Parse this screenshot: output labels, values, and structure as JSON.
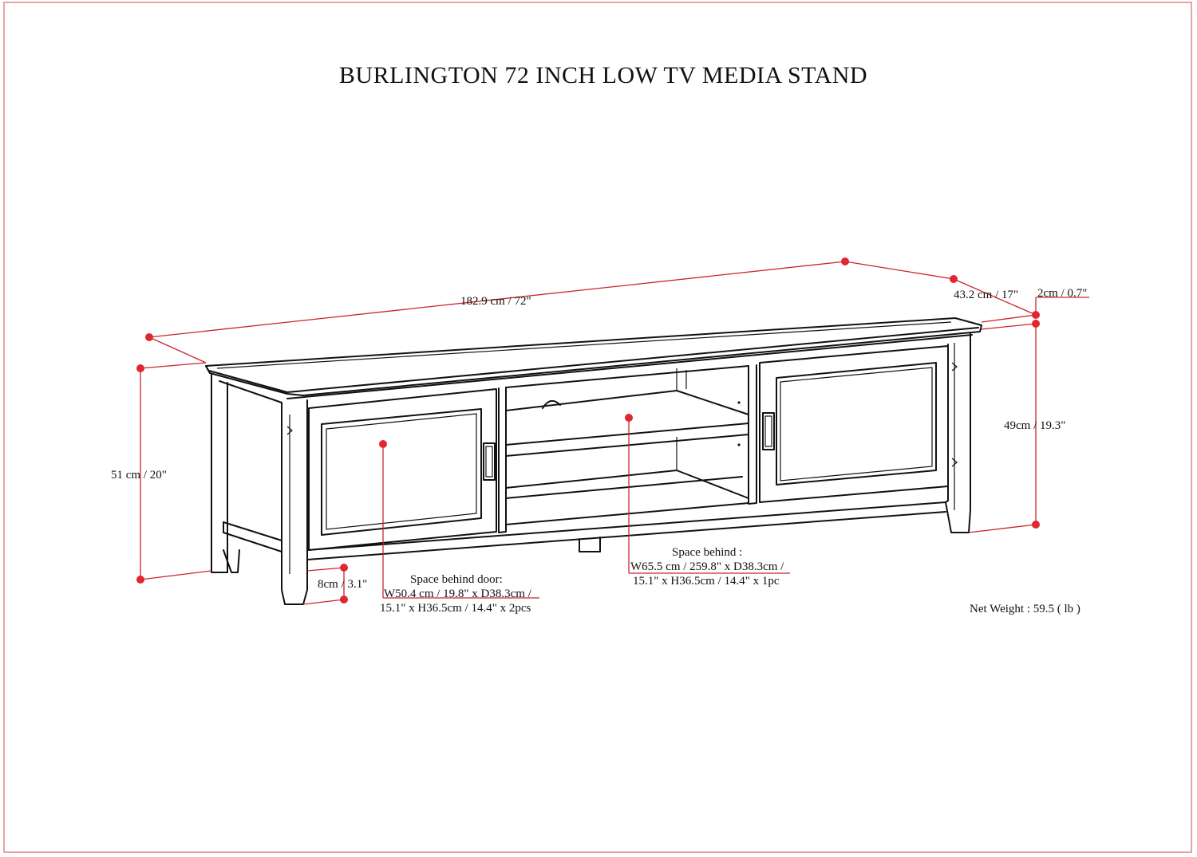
{
  "title": "BURLINGTON 72 INCH LOW TV MEDIA STAND",
  "dimensions": {
    "width": "182.9 cm / 72\"",
    "depth": "43.2 cm / 17\"",
    "top_thickness": "2cm / 0.7\"",
    "height_right": "49cm / 19.3\"",
    "height_left": "51 cm / 20\"",
    "leg_height": "8cm / 3.1\""
  },
  "space_behind_door": {
    "heading": "Space behind door:",
    "line1": "W50.4 cm / 19.8\" x D38.3cm /",
    "line2": "15.1\" x H36.5cm / 14.4\" x 2pcs"
  },
  "space_behind_center": {
    "heading": "Space behind :",
    "line1": "W65.5 cm / 259.8\" x D38.3cm /",
    "line2": "15.1\" x H36.5cm / 14.4\" x 1pc"
  },
  "net_weight": "Net Weight : 59.5 ( lb )",
  "colors": {
    "dimension": "#e0262e",
    "frame": "#e4a4a6",
    "line": "#111111"
  }
}
